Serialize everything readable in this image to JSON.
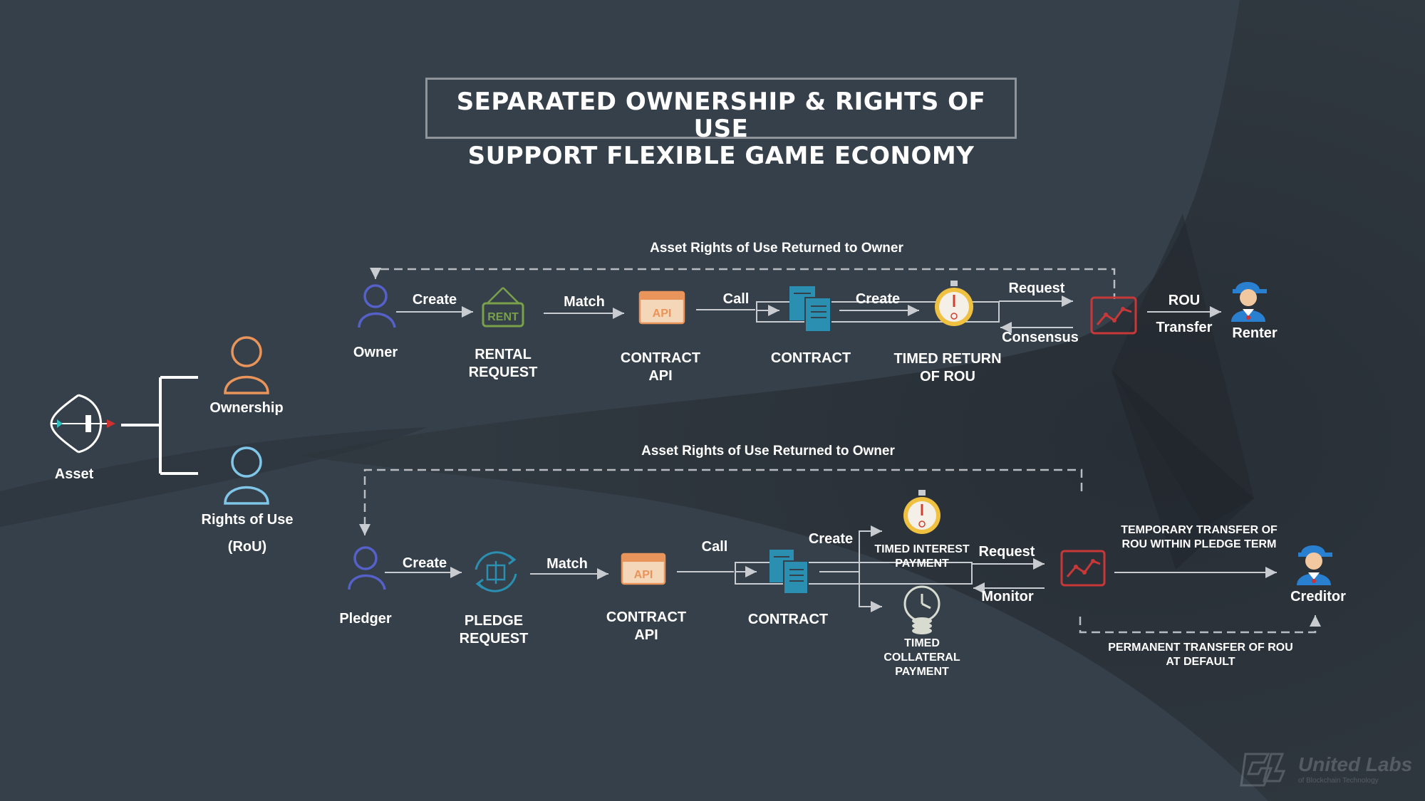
{
  "title": {
    "line1": "SEPARATED OWNERSHIP & RIGHTS OF USE",
    "line2": "SUPPORT FLEXIBLE GAME ECONOMY"
  },
  "left": {
    "asset": "Asset",
    "ownership": "Ownership",
    "rights_of_use": "Rights of Use",
    "rou_abbr": "(RoU)"
  },
  "rental_flow": {
    "return_label": "Asset Rights of Use Returned to Owner",
    "owner": "Owner",
    "create": "Create",
    "rent_sign": "RENT",
    "rental_request_1": "RENTAL",
    "rental_request_2": "REQUEST",
    "match": "Match",
    "api_badge": "API",
    "contract_api_1": "CONTRACT",
    "contract_api_2": "API",
    "call": "Call",
    "contract": "CONTRACT",
    "create2": "Create",
    "timed_return_1": "TIMED RETURN",
    "timed_return_2": "OF ROU",
    "request": "Request",
    "consensus": "Consensus",
    "rou": "ROU",
    "transfer": "Transfer",
    "renter": "Renter"
  },
  "pledge_flow": {
    "return_label": "Asset Rights of Use Returned to Owner",
    "pledger": "Pledger",
    "create": "Create",
    "pledge_request_1": "PLEDGE",
    "pledge_request_2": "REQUEST",
    "match": "Match",
    "api_badge": "API",
    "contract_api_1": "CONTRACT",
    "contract_api_2": "API",
    "call": "Call",
    "contract": "CONTRACT",
    "create2": "Create",
    "interest_1": "TIMED INTEREST",
    "interest_2": "PAYMENT",
    "collateral_1": "TIMED",
    "collateral_2": "COLLATERAL",
    "collateral_3": "PAYMENT",
    "request": "Request",
    "monitor": "Monitor",
    "temp_transfer_1": "TEMPORARY TRANSFER OF",
    "temp_transfer_2": "ROU WITHIN PLEDGE TERM",
    "perm_transfer_1": "PERMANENT TRANSFER OF ROU",
    "perm_transfer_2": "AT DEFAULT",
    "creditor": "Creditor"
  },
  "logo": {
    "name": "United Labs",
    "sub": "of Blockchain Technology"
  },
  "colors": {
    "background": "#36404a",
    "owner_icon": "#5560c8",
    "ownership_icon": "#e8945a",
    "rou_icon": "#7fc6e8",
    "rent_sign": "#7aa04a",
    "api_icon": "#e8945a",
    "contract_icon": "#2a8fb0",
    "timer": "#f0c040",
    "graph_icon": "#c83838",
    "person_blue": "#2a80d0",
    "connector": "#c8ccd0",
    "dashed": "#b8bcc0"
  }
}
